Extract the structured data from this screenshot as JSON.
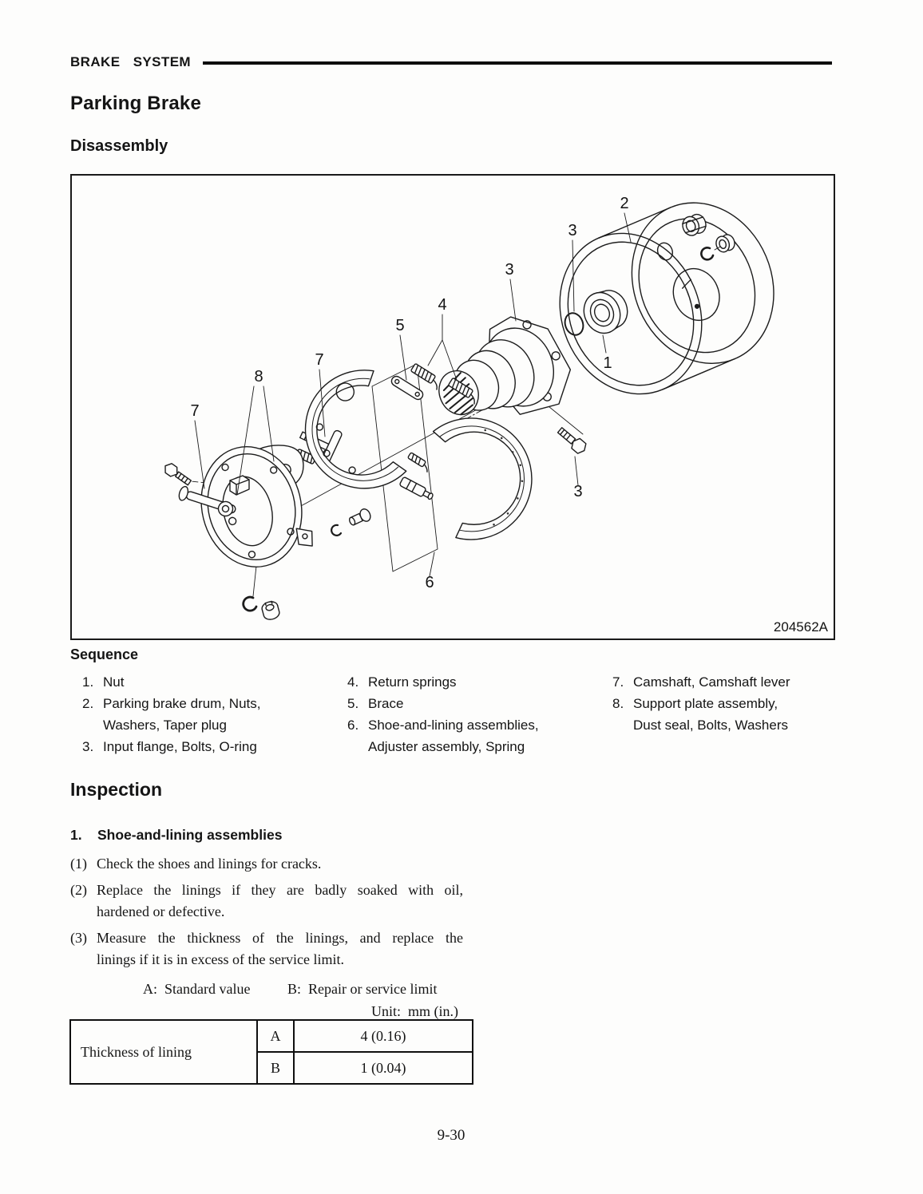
{
  "page": {
    "header_label": "BRAKE  SYSTEM",
    "title": "Parking Brake",
    "section": "Disassembly",
    "page_number": "9-30"
  },
  "figure": {
    "code": "204562A",
    "callouts": [
      "2",
      "3",
      "3",
      "4",
      "5",
      "7",
      "8",
      "7",
      "1",
      "3",
      "6"
    ]
  },
  "sequence": {
    "heading": "Sequence",
    "columns": [
      {
        "items": [
          {
            "num": "1.",
            "lines": [
              "Nut"
            ]
          },
          {
            "num": "2.",
            "lines": [
              "Parking brake drum, Nuts,",
              "Washers, Taper plug"
            ]
          },
          {
            "num": "3.",
            "lines": [
              "Input flange, Bolts, O-ring"
            ]
          }
        ]
      },
      {
        "items": [
          {
            "num": "4.",
            "lines": [
              "Return springs"
            ]
          },
          {
            "num": "5.",
            "lines": [
              "Brace"
            ]
          },
          {
            "num": "6.",
            "lines": [
              "Shoe-and-lining assemblies,",
              "Adjuster assembly, Spring"
            ]
          }
        ]
      },
      {
        "items": [
          {
            "num": "7.",
            "lines": [
              "Camshaft, Camshaft lever"
            ]
          },
          {
            "num": "8.",
            "lines": [
              "Support plate assembly,",
              "Dust seal, Bolts, Washers"
            ]
          }
        ]
      }
    ]
  },
  "inspection": {
    "heading": "Inspection",
    "item": {
      "num": "1.",
      "title": "Shoe-and-lining assemblies"
    },
    "paragraphs": [
      {
        "marker": "(1)",
        "lines": [
          "Check the shoes and linings for cracks."
        ]
      },
      {
        "marker": "(2)",
        "lines": [
          "Replace the linings if they are badly soaked with oil,",
          "hardened or defective."
        ]
      },
      {
        "marker": "(3)",
        "lines": [
          "Measure the thickness of the linings, and replace the",
          "linings if it is in excess of the service limit."
        ]
      }
    ],
    "legend_a": "A:  Standard value",
    "legend_b": "B:  Repair or service limit",
    "unit": "Unit:  mm (in.)"
  },
  "table": {
    "row_label": "Thickness of lining",
    "rows": [
      {
        "key": "A",
        "value": "4 (0.16)"
      },
      {
        "key": "B",
        "value": "1 (0.04)"
      }
    ]
  }
}
